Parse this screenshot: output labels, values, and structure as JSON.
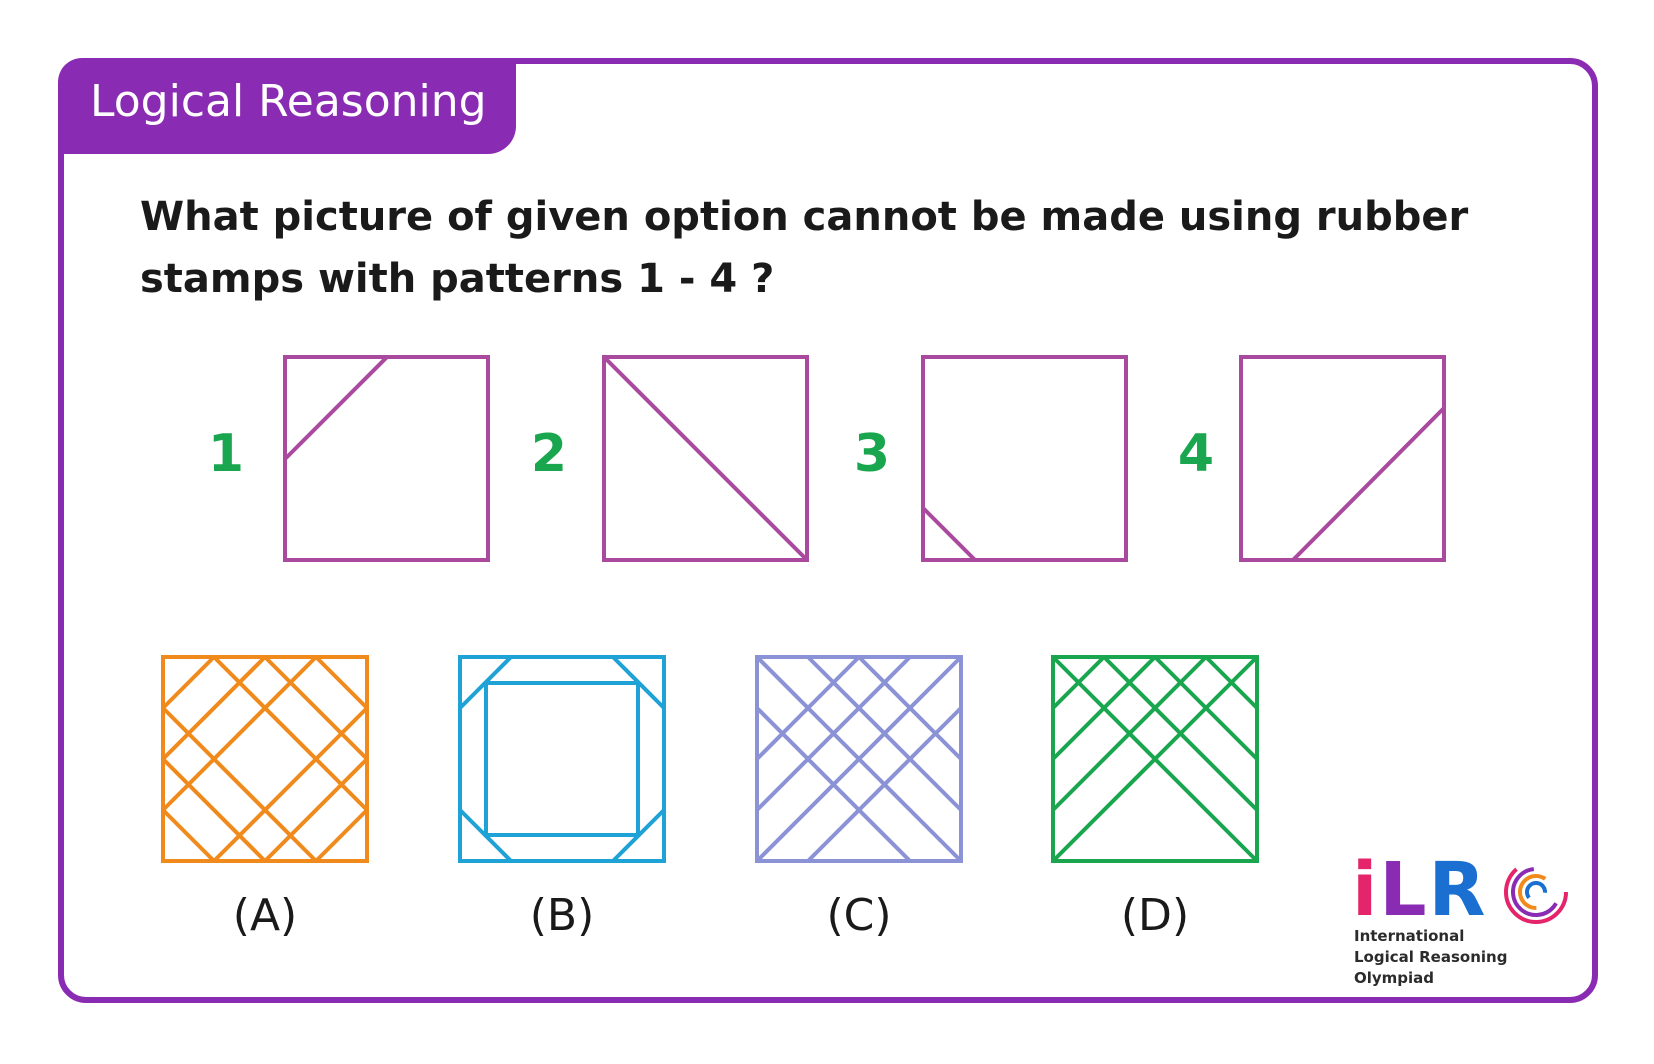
{
  "badge": {
    "title": "Logical Reasoning"
  },
  "question": {
    "text": "What picture of given option cannot be made using rubber stamps with patterns 1 - 4 ?"
  },
  "stamps": [
    {
      "label": "1",
      "color": "#a94a9e"
    },
    {
      "label": "2",
      "color": "#a94a9e"
    },
    {
      "label": "3",
      "color": "#a94a9e"
    },
    {
      "label": "4",
      "color": "#a94a9e"
    }
  ],
  "options": [
    {
      "label": "(A)",
      "color": "#f08a1c"
    },
    {
      "label": "(B)",
      "color": "#1fa2d6"
    },
    {
      "label": "(C)",
      "color": "#8b93d6"
    },
    {
      "label": "(D)",
      "color": "#1aa64f"
    }
  ],
  "logo": {
    "letters": {
      "i": "i",
      "l": "L",
      "r": "R"
    },
    "line1": "International",
    "line2": "Logical Reasoning",
    "line3": "Olympiad",
    "icon": "ring-swirl-icon"
  },
  "colors": {
    "accent": "#8a2bb3",
    "number": "#1aa64f"
  }
}
